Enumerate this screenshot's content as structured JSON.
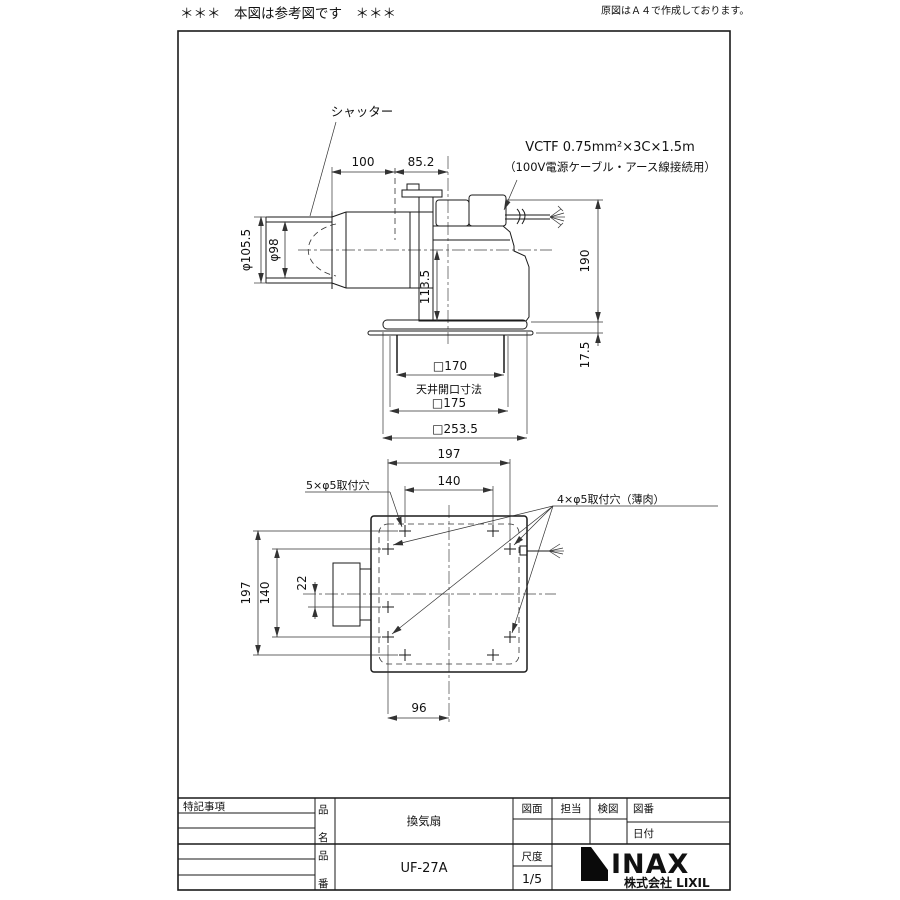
{
  "page": {
    "note_left": "＊＊＊　本図は参考図です　＊＊＊",
    "note_right": "原図はＡ４で作成しております。"
  },
  "side_view": {
    "shutter_label": "シャッター",
    "cable_spec": "VCTF 0.75mm²×3C×1.5m",
    "cable_note": "（100V電源ケーブル・アース線接続用）",
    "dim_duct_length": "100",
    "dim_duct_to_center": "85.2",
    "dim_duct_outer": "φ105.5",
    "dim_duct_inner": "φ98",
    "dim_center_height": "113.5",
    "dim_total_height": "190",
    "dim_flange_depth": "17.5",
    "dim_body_width": "□170",
    "ceiling_opening_label": "天井開口寸法",
    "dim_ceiling_opening": "□175",
    "dim_panel_width": "□253.5"
  },
  "bottom_view": {
    "label_mount_holes": "5×φ5取付穴",
    "label_thin_holes": "4×φ5取付穴（薄肉）",
    "dim_pitch_outer_h": "197",
    "dim_pitch_inner_h": "140",
    "dim_pitch_outer_v": "197",
    "dim_pitch_inner_v": "140",
    "dim_offset_22": "22",
    "dim_offset_96": "96"
  },
  "title_block": {
    "notes_label": "特記事項",
    "name_label_top": "品",
    "name_label_bottom": "名",
    "product_name": "換気扇",
    "code_label_top": "品",
    "code_label_bottom": "番",
    "product_code": "UF-27A",
    "drawing_label": "図面",
    "person_label": "担当",
    "check_label": "検図",
    "drawing_no_label": "図番",
    "date_label": "日付",
    "scale_label": "尺度",
    "scale_value": "1/5",
    "brand": "INAX",
    "company": "株式会社 LIXIL"
  }
}
